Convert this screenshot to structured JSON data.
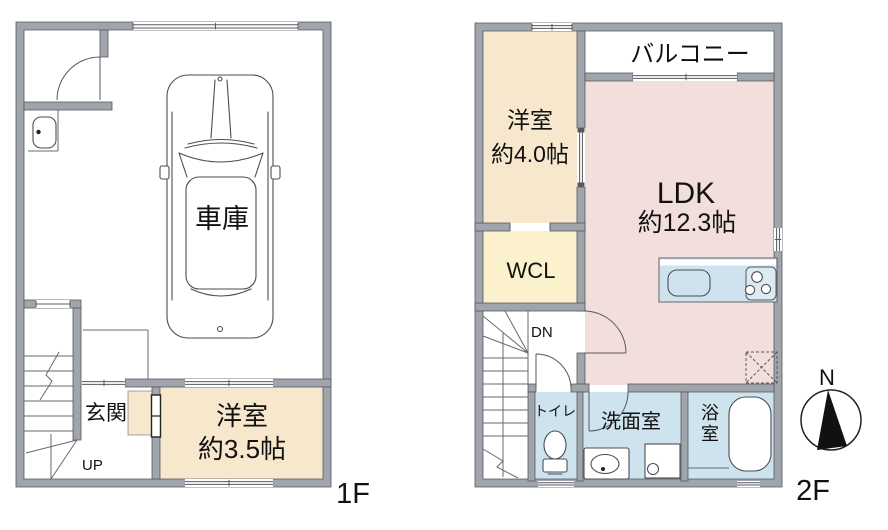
{
  "floors": {
    "f1": {
      "floor_label": "1F",
      "garage_label": "車庫",
      "entrance_label": "玄関",
      "stairs_label": "UP",
      "bedroom_name": "洋室",
      "bedroom_area": "約3.5帖"
    },
    "f2": {
      "floor_label": "2F",
      "balcony_label": "バルコニー",
      "bedroom_name": "洋室",
      "bedroom_area": "約4.0帖",
      "ldk_name": "LDK",
      "ldk_area": "約12.3帖",
      "closet_label": "WCL",
      "stairs_label": "DN",
      "toilet_label": "トイレ",
      "washroom_label": "洗面室",
      "bathroom_label": "浴室"
    }
  },
  "compass": {
    "north_label": "N"
  },
  "colors": {
    "wall": "#a0a5ab",
    "room_beige": "#f7e7cd",
    "closet_cream": "#fbf1cd",
    "ldk_pink": "#f2dfdc",
    "wet_blue": "#cfe3ef",
    "stove_blue": "#dceaf4",
    "outline": "#55595e",
    "text": "#111111"
  }
}
